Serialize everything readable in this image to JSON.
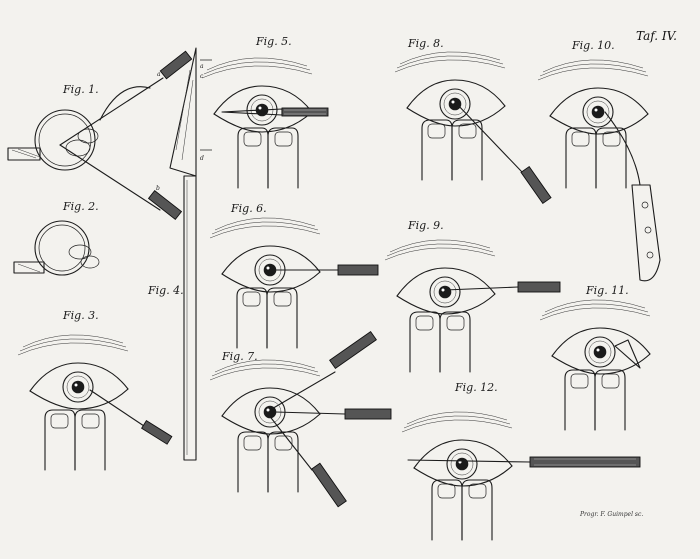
{
  "plate": {
    "title": "Taf. IV.",
    "credit": "Progr. F. Guimpel sc.",
    "colors": {
      "paper": "#f3f2ee",
      "ink": "#1c1c1c"
    }
  },
  "figures": [
    {
      "id": "fig1",
      "label": "Fig. 1."
    },
    {
      "id": "fig2",
      "label": "Fig. 2."
    },
    {
      "id": "fig3",
      "label": "Fig. 3."
    },
    {
      "id": "fig4",
      "label": "Fig. 4."
    },
    {
      "id": "fig5",
      "label": "Fig. 5."
    },
    {
      "id": "fig6",
      "label": "Fig. 6."
    },
    {
      "id": "fig7",
      "label": "Fig. 7."
    },
    {
      "id": "fig8",
      "label": "Fig. 8."
    },
    {
      "id": "fig9",
      "label": "Fig. 9."
    },
    {
      "id": "fig10",
      "label": "Fig. 10."
    },
    {
      "id": "fig11",
      "label": "Fig. 11."
    },
    {
      "id": "fig12",
      "label": "Fig. 12."
    }
  ],
  "letters": {
    "a": "a",
    "b": "b",
    "c": "c",
    "d": "d"
  }
}
